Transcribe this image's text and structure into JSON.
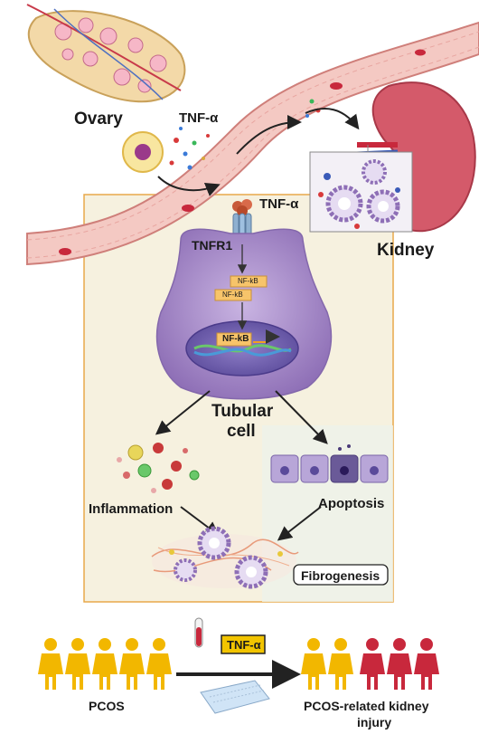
{
  "labels": {
    "ovary": "Ovary",
    "tnf_top": "TNF-α",
    "tnf_receptor": "TNF-α",
    "kidney": "Kidney",
    "tnfr1": "TNFR1",
    "nfkb_1": "NF-kB",
    "nfkb_2": "NF-kB",
    "nfkb_nucleus": "NF-kB",
    "tubular_line1": "Tubular",
    "tubular_line2": "cell",
    "inflammation": "Inflammation",
    "apoptosis": "Apoptosis",
    "fibrogenesis": "Fibrogenesis",
    "tnf_box": "TNF-α",
    "pcos": "PCOS",
    "outcome_line1": "PCOS-related kidney",
    "outcome_line2": "injury"
  },
  "colors": {
    "vessel": "#f2c4c0",
    "vessel_wall": "#d98c88",
    "panel_border": "#e8a84a",
    "cell_purple": "#a98cc8",
    "kidney_red": "#d45a6a",
    "people_yellow": "#f2b700",
    "people_red": "#c8283c",
    "nfkb_box": "#f7c46a"
  }
}
